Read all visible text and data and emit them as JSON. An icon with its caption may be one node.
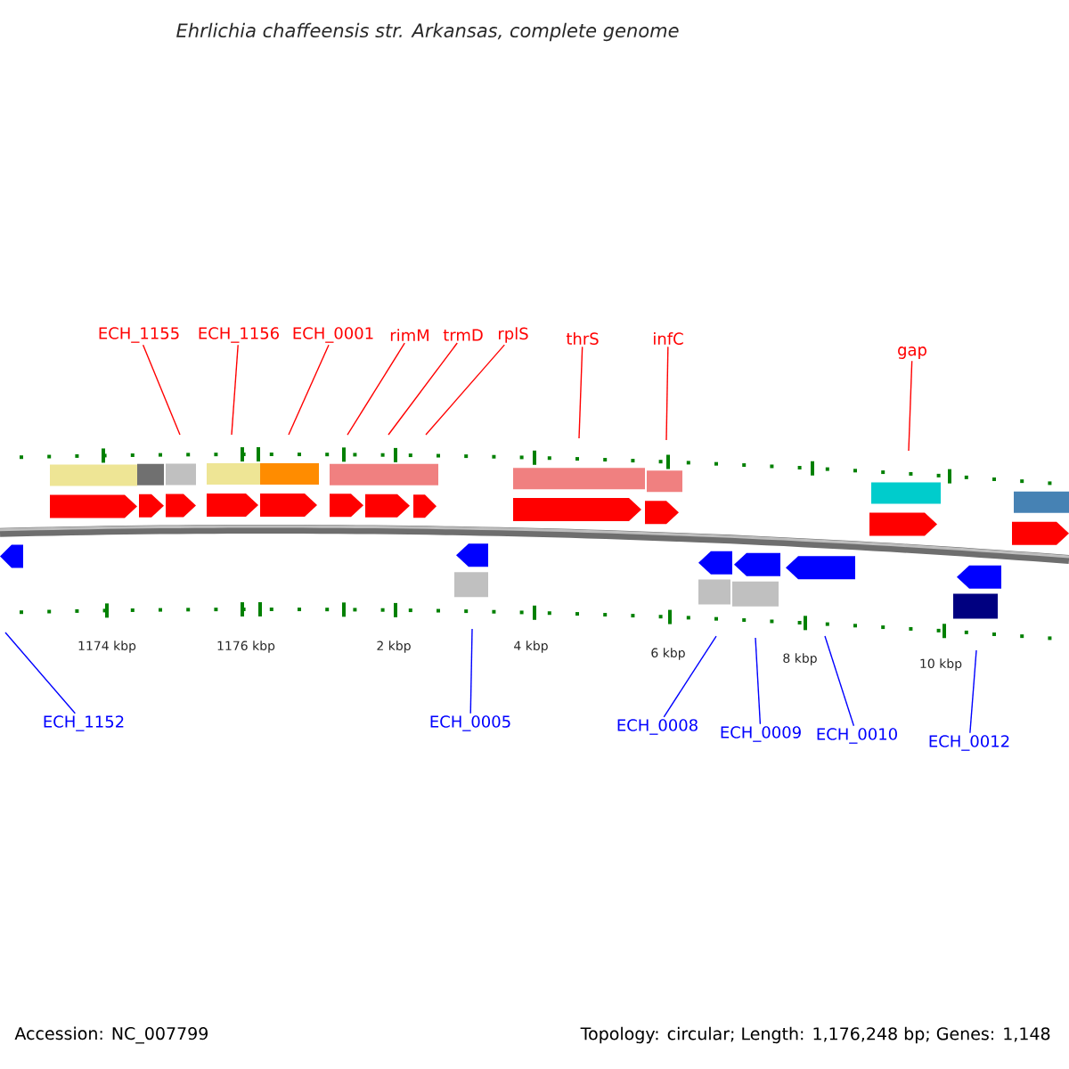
{
  "diagram": {
    "title": "Ehrlichia chaffeensis str. Arkansas, complete genome",
    "nodes": [
      {
        "text": [
          "ECH_1155"
        ]
      },
      {
        "text": [
          "ECH_1156"
        ]
      },
      {
        "text": [
          "ECH_0001"
        ]
      },
      {
        "text": [
          "rimM"
        ]
      },
      {
        "text": [
          "trmD"
        ]
      },
      {
        "text": [
          "rplS"
        ]
      },
      {
        "text": [
          "thrS"
        ]
      },
      {
        "text": [
          "infC"
        ]
      },
      {
        "text": [
          "gap"
        ]
      },
      {
        "text": [
          "ECH_1152"
        ]
      },
      {
        "text": [
          "ECH_0005"
        ]
      },
      {
        "text": [
          "ECH_0008"
        ]
      },
      {
        "text": [
          "ECH_0009"
        ]
      },
      {
        "text": [
          "ECH_0010"
        ]
      },
      {
        "text": [
          "ECH_0012"
        ]
      }
    ],
    "edges": [
      {
        "from": 0,
        "to": null,
        "arrow": "none"
      },
      {
        "from": 1,
        "to": null,
        "arrow": "none"
      },
      {
        "from": 2,
        "to": null,
        "arrow": "none"
      },
      {
        "from": 3,
        "to": null,
        "arrow": "none"
      },
      {
        "from": 4,
        "to": null,
        "arrow": "none"
      },
      {
        "from": 5,
        "to": null,
        "arrow": "none"
      },
      {
        "from": 6,
        "to": null,
        "arrow": "none"
      },
      {
        "from": 7,
        "to": null,
        "arrow": "none"
      },
      {
        "from": 8,
        "to": null,
        "arrow": "none"
      },
      {
        "from": 9,
        "to": null,
        "arrow": "none",
        "color": "#0000ff"
      },
      {
        "from": 10,
        "to": null,
        "arrow": "none",
        "color": "#0000ff"
      },
      {
        "from": 11,
        "to": null,
        "arrow": "none",
        "color": "#0000ff"
      },
      {
        "from": 12,
        "to": null,
        "arrow": "none",
        "color": "#0000ff"
      },
      {
        "from": 13,
        "to": null,
        "arrow": "none",
        "color": "#0000ff"
      },
      {
        "from": 14,
        "to": null,
        "arrow": "none",
        "color": "#0000ff"
      }
    ],
    "labels": [
      "1174 kbp",
      "1176 kbp",
      "2 kbp",
      "4 kbp",
      "6 kbp",
      "8 kbp",
      "10 kbp",
      "Accession: NC_007799",
      "Topology: circular; Length: 1,176,248 bp; Genes: 1,148"
    ]
  }
}
